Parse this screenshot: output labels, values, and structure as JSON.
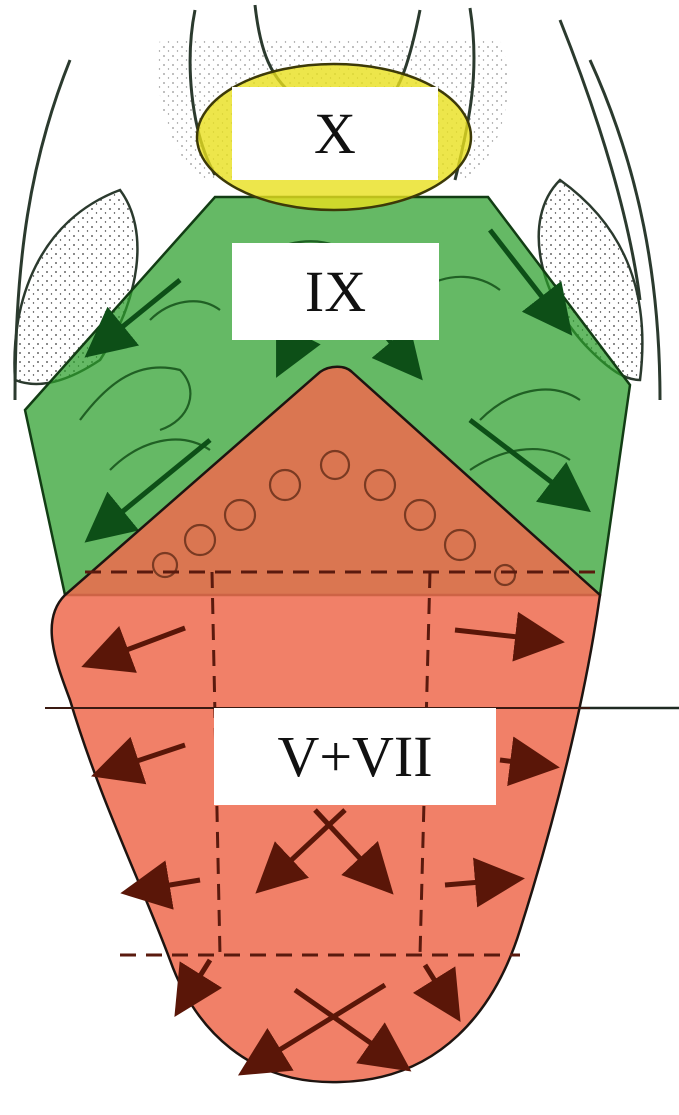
{
  "regions": [
    {
      "id": "vagus",
      "label": "X",
      "color": "#e8e01e"
    },
    {
      "id": "glossopharyngeal",
      "label": "IX",
      "color": "#2a9e2a"
    },
    {
      "id": "trigeminal-facial",
      "label": "V+VII",
      "color": "#ee6a4e"
    }
  ],
  "line_color": "#1f3a26",
  "arrow_color": "#5a1608"
}
